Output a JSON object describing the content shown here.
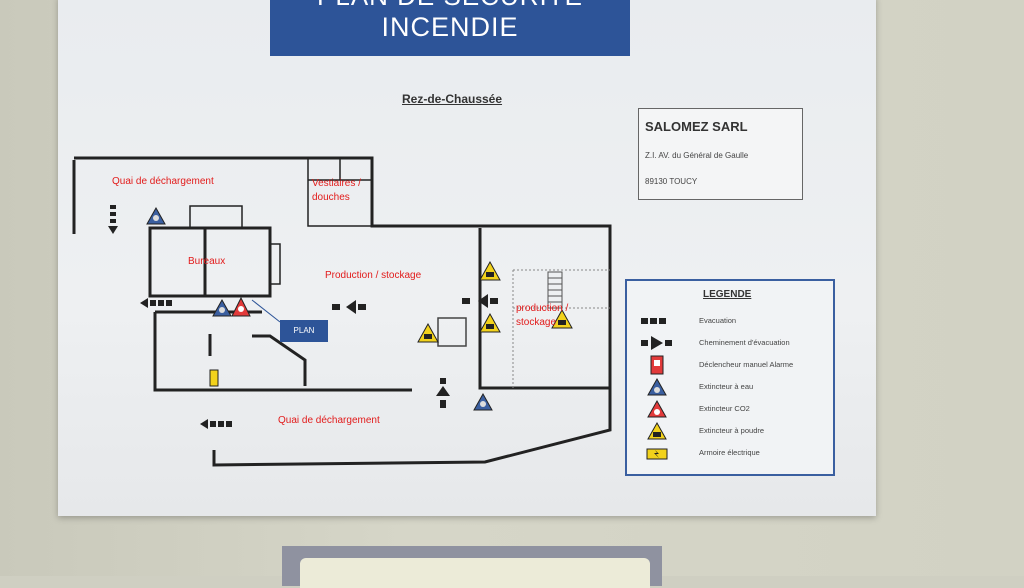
{
  "poster": {
    "title_line1": "PLAN DE SÉCURITÉ",
    "title_line2": "INCENDIE",
    "floor": "Rez-de-Chaussée"
  },
  "company": {
    "name": "SALOMEZ SARL",
    "address": "Z.I. AV. du Général de Gaulle",
    "city": "89130 TOUCY"
  },
  "plan": {
    "labels": {
      "quai_top": "Quai de déchargement",
      "vestiaires_l1": "Vestiaires /",
      "vestiaires_l2": "douches",
      "bureaux": "Bureaux",
      "production": "Production / stockage",
      "production2_l1": "production /",
      "production2_l2": "stockage",
      "quai_bottom": "Quai de déchargement"
    },
    "plan_marker": "PLAN"
  },
  "legend": {
    "title": "LEGENDE",
    "items": [
      {
        "icon": "evacuation-arrow-icon",
        "label": "Evacuation"
      },
      {
        "icon": "evacuation-path-icon",
        "label": "Cheminement d'évacuation"
      },
      {
        "icon": "alarm-trigger-icon",
        "label": "Déclencheur manuel Alarme"
      },
      {
        "icon": "water-extinguisher-icon",
        "label": "Extincteur à eau"
      },
      {
        "icon": "co2-extinguisher-icon",
        "label": "Extincteur CO2"
      },
      {
        "icon": "powder-extinguisher-icon",
        "label": "Extincteur à poudre"
      },
      {
        "icon": "electrical-cabinet-icon",
        "label": "Armoire électrique"
      }
    ]
  },
  "colors": {
    "title_blue": "#2d5498",
    "label_red": "#e21b1b",
    "extinguisher_yellow": "#f2d21c",
    "extinguisher_red": "#e23a3a",
    "extinguisher_blue": "#3b5fa0"
  }
}
